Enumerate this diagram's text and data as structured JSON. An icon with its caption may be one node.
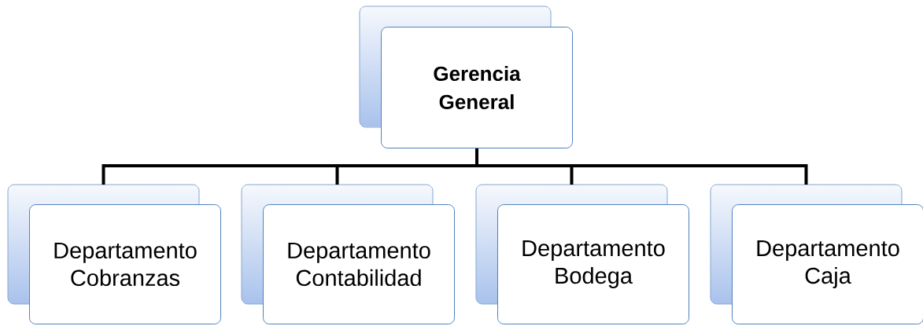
{
  "diagram": {
    "nodes": [
      {
        "text": [
          "Gerencia General"
        ]
      },
      {
        "text": [
          "Departamento Cobranzas"
        ]
      },
      {
        "text": [
          "Departamento Contabilidad"
        ]
      },
      {
        "text": [
          "Departamento Bodega"
        ]
      },
      {
        "text": [
          "Departamento Caja"
        ]
      }
    ],
    "edges": [
      {
        "from": 0,
        "to": 1,
        "arrow": "none"
      },
      {
        "from": 0,
        "to": 2,
        "arrow": "none"
      },
      {
        "from": 0,
        "to": 3,
        "arrow": "none"
      },
      {
        "from": 0,
        "to": 4,
        "arrow": "none"
      }
    ]
  }
}
